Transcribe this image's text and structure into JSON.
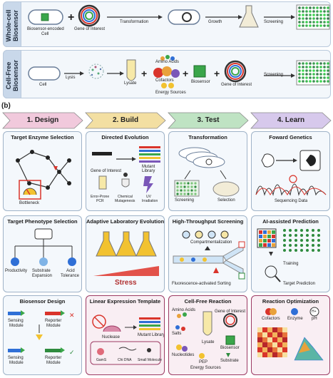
{
  "top": {
    "wholecell": {
      "label_line1": "Whole-cell",
      "label_line2": "Biosensor",
      "biosensor_cell": "Biosensor-encoded",
      "cell_word": "Cell",
      "gene": "Gene of Interest",
      "transformation": "Transformation",
      "growth": "Growth",
      "screening": "Screening"
    },
    "cellfree": {
      "label_line1": "Cell-Free",
      "label_line2": "Biosensor",
      "cell": "Cell",
      "lysis": "Lysis",
      "lysate": "Lysate",
      "amino_acids": "Amino Acids",
      "cofactors": "Cofactors",
      "energy": "Energy Sources",
      "biosensor": "Biosensor",
      "gene": "Gene of Interest",
      "screening": "Screening"
    }
  },
  "panel_b": {
    "letter": "(b)",
    "stages": [
      {
        "label": "1. Design",
        "color": "#f1c9dc"
      },
      {
        "label": "2. Build",
        "color": "#f3dfa2"
      },
      {
        "label": "3. Test",
        "color": "#bfe3c3"
      },
      {
        "label": "4. Learn",
        "color": "#d7c9ec"
      }
    ],
    "cards": {
      "target_enzyme": {
        "title": "Target Enzyme Selection",
        "bottleneck": "Bottleneck"
      },
      "directed_evolution": {
        "title": "Directed Evolution",
        "gene": "Gene of Interest",
        "mutant1": "Mutant",
        "mutant2": "Library",
        "ep1": "Error-Prone",
        "ep2": "PCR",
        "chem1": "Chemical",
        "chem2": "Mutagenesis",
        "uv1": "UV",
        "uv2": "Irradiation"
      },
      "transformation": {
        "title": "Transformation",
        "screening": "Screening",
        "selection": "Selection"
      },
      "forward_genetics": {
        "title": "Foward Genetics",
        "seq": "Sequencing Data"
      },
      "target_phenotype": {
        "title": "Target Phenotype Selection",
        "p1": "Productivity",
        "p2a": "Substrate",
        "p2b": "Expansion",
        "p3a": "Acid",
        "p3b": "Tolerance"
      },
      "ale": {
        "title": "Adaptive Laboratory Evolution",
        "stress": "Stress"
      },
      "hts": {
        "title": "High-Throughput Screening",
        "comp": "Compartmentalization",
        "facs": "Fluorescence-activated Sorting"
      },
      "ai": {
        "title": "AI-assisted Prediction",
        "training": "Training",
        "target": "Target Prediction"
      },
      "biosensor_design": {
        "title": "Biosensor Design",
        "sensing": "Sensing",
        "reporter": "Reporter",
        "module": "Module"
      },
      "linear": {
        "title": "Linear Expression Template",
        "nuclease": "Nuclease",
        "mutant": "Mutant Library",
        "gam": "GamS",
        "chi": "Chi DNA",
        "small": "Small Molecule"
      },
      "cellfree_rxn": {
        "title": "Cell-Free Reaction",
        "aa": "Amino Acids",
        "gene": "Gene of Interest",
        "salts": "Salts",
        "lysate": "Lysate",
        "biosensor": "Biosensor",
        "nuc": "Nucleotides",
        "pep": "PEP",
        "substrate": "Substrate",
        "energy": "Energy Sources"
      },
      "optimization": {
        "title": "Reaction Optimization",
        "cofactors": "Cofactors",
        "enzyme": "Enzyme",
        "ph": "pH",
        "ph_icon": "H+"
      }
    }
  },
  "colors": {
    "panel_border": "#9fb3c8",
    "pink_border": "#9c3a63",
    "green_cell": "#3aa64a",
    "red_accent": "#d9342b"
  }
}
